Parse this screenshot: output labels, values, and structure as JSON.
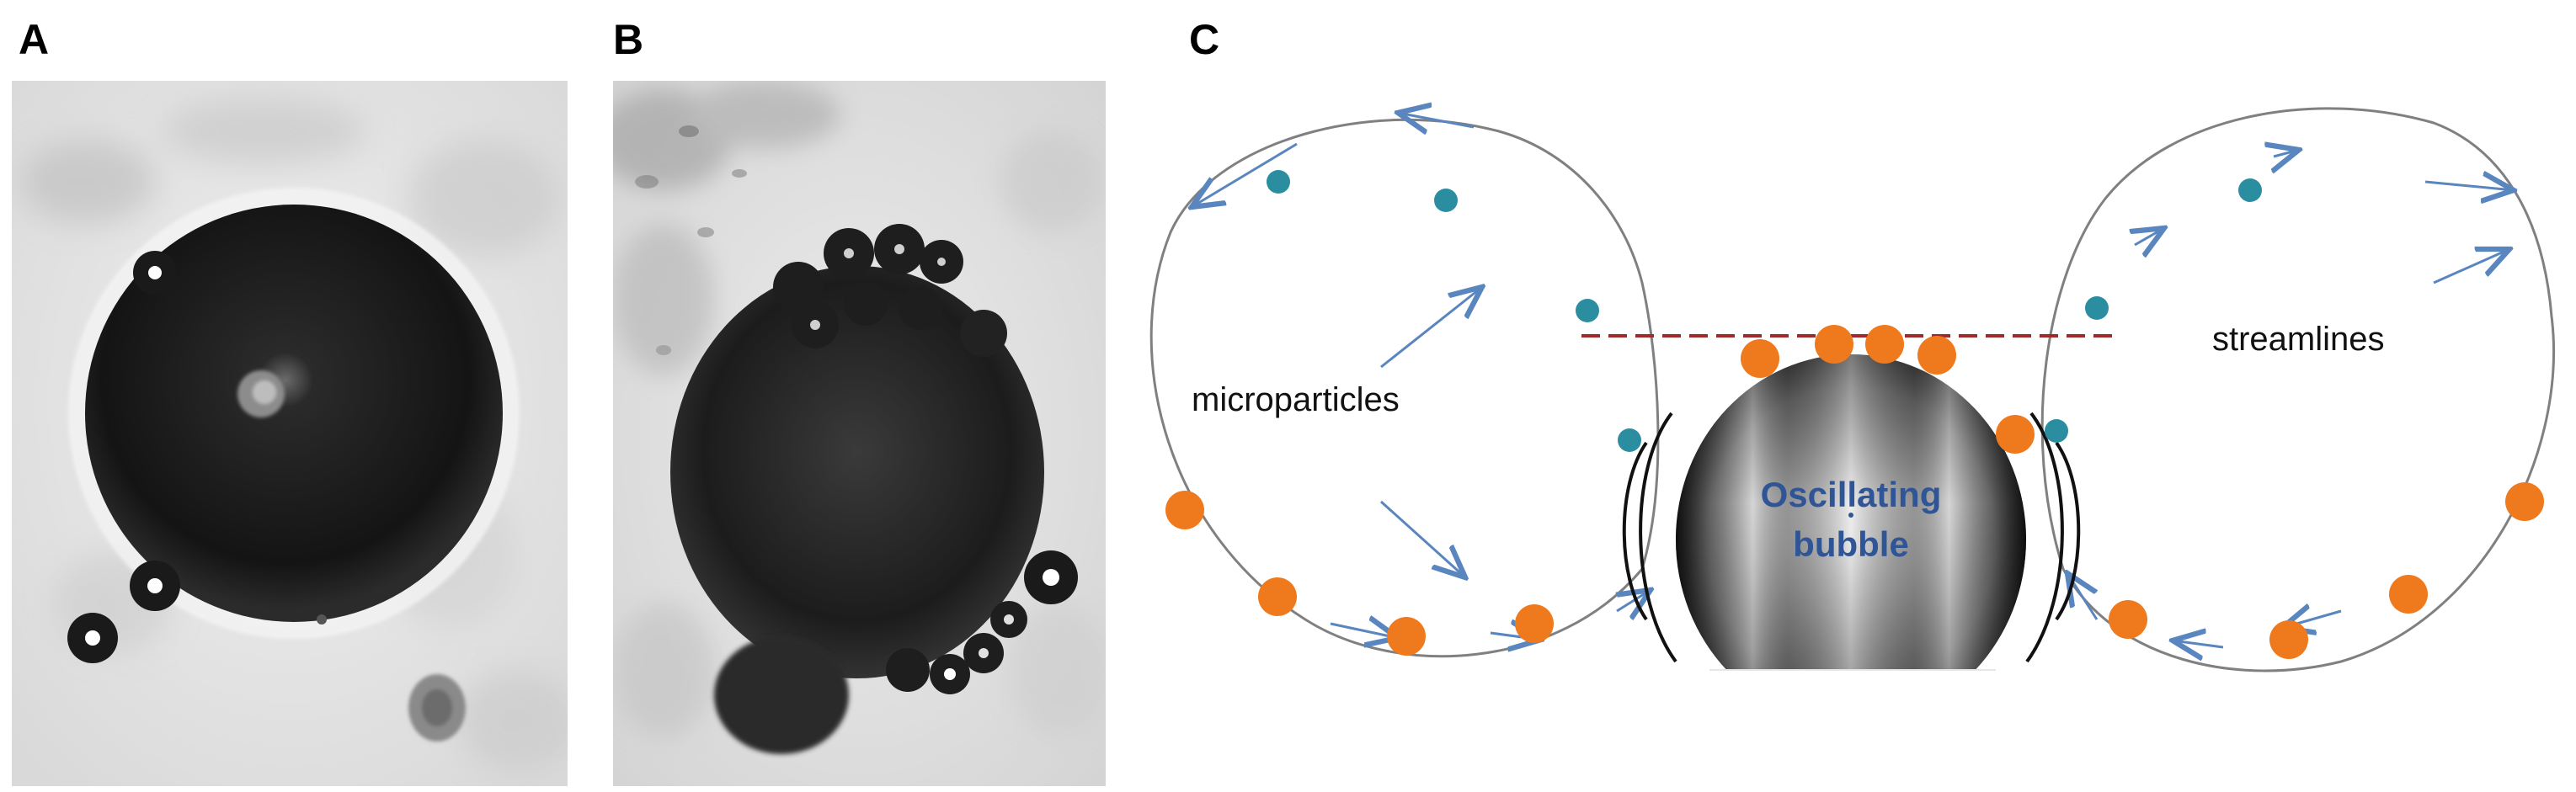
{
  "panels": {
    "a": {
      "label": "A"
    },
    "b": {
      "label": "B"
    },
    "c": {
      "label": "C",
      "text_microparticles": "microparticles",
      "text_streamlines": "streamlines",
      "bubble_line1": "Oscillating",
      "bubble_line2": "bubble"
    }
  },
  "colors": {
    "orange_particle": "#ef7a1d",
    "teal_particle": "#2b8ea0",
    "arrow_blue": "#5a86c0",
    "dashed_red": "#9e2a2a",
    "bubble_text": "#2f5597"
  }
}
